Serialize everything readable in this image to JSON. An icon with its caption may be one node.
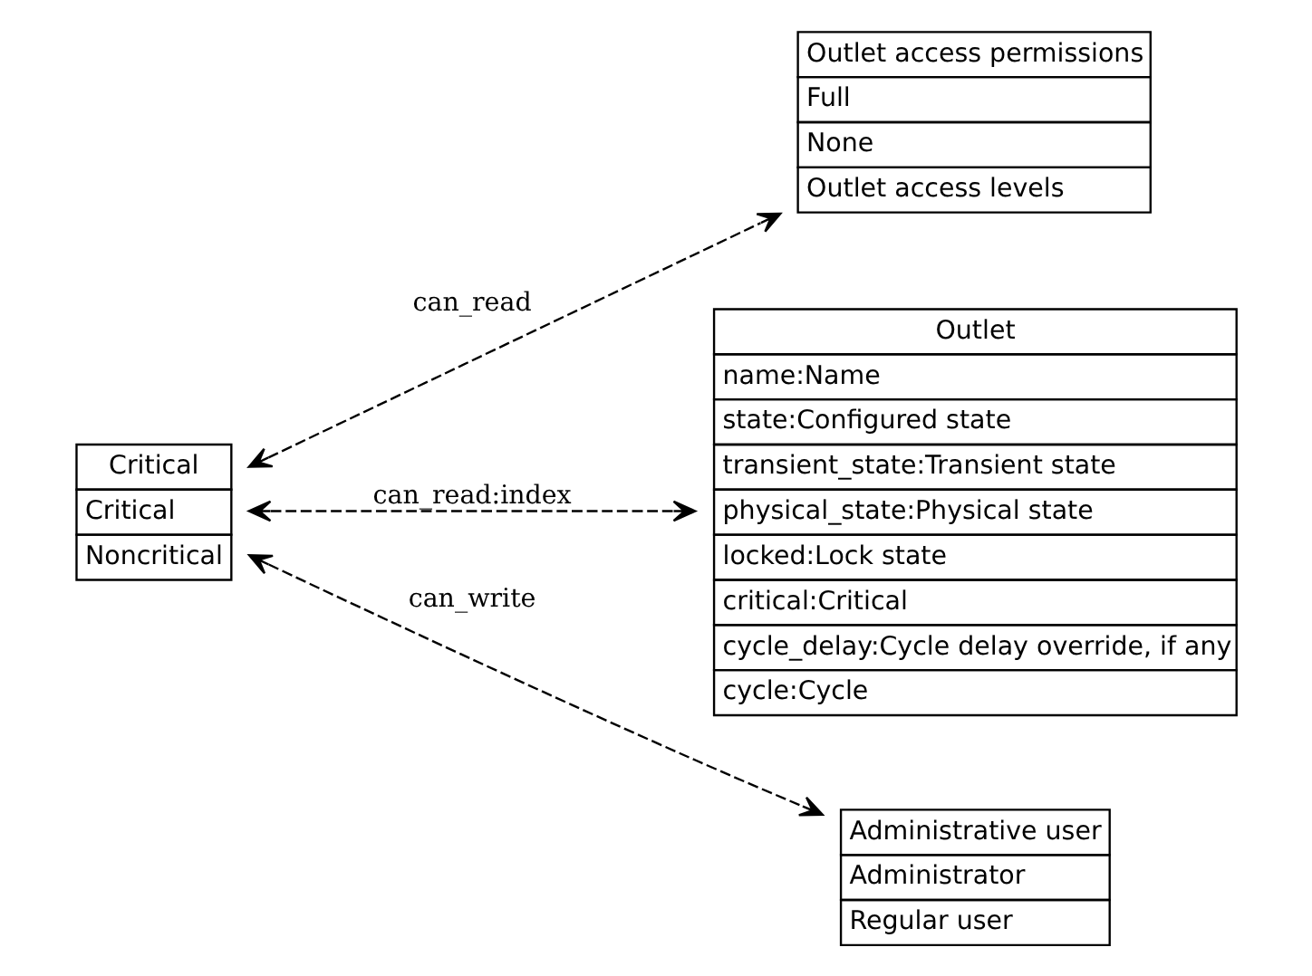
{
  "diagram": {
    "nodes": [
      {
        "text": [
          "Critical",
          "Critical",
          "Noncritical"
        ]
      },
      {
        "text": [
          "Outlet access permissions",
          "Full",
          "None",
          "Outlet access levels"
        ]
      },
      {
        "text": [
          "Outlet",
          "name:Name",
          "state:Configured state",
          "transient_state:Transient state",
          "physical_state:Physical state",
          "locked:Lock state",
          "critical:Critical",
          "cycle_delay:Cycle delay override, if any",
          "cycle:Cycle"
        ]
      },
      {
        "text": [
          "Administrative user",
          "Administrator",
          "Regular user"
        ]
      }
    ],
    "edges": [
      {
        "from": 0,
        "to": 1,
        "arrow": "both",
        "label": "can_read",
        "style": "dashed"
      },
      {
        "from": 0,
        "to": 2,
        "arrow": "both",
        "label": "can_read:index",
        "style": "dashed"
      },
      {
        "from": 0,
        "to": 3,
        "arrow": "both",
        "label": "can_write",
        "style": "dashed"
      }
    ]
  }
}
